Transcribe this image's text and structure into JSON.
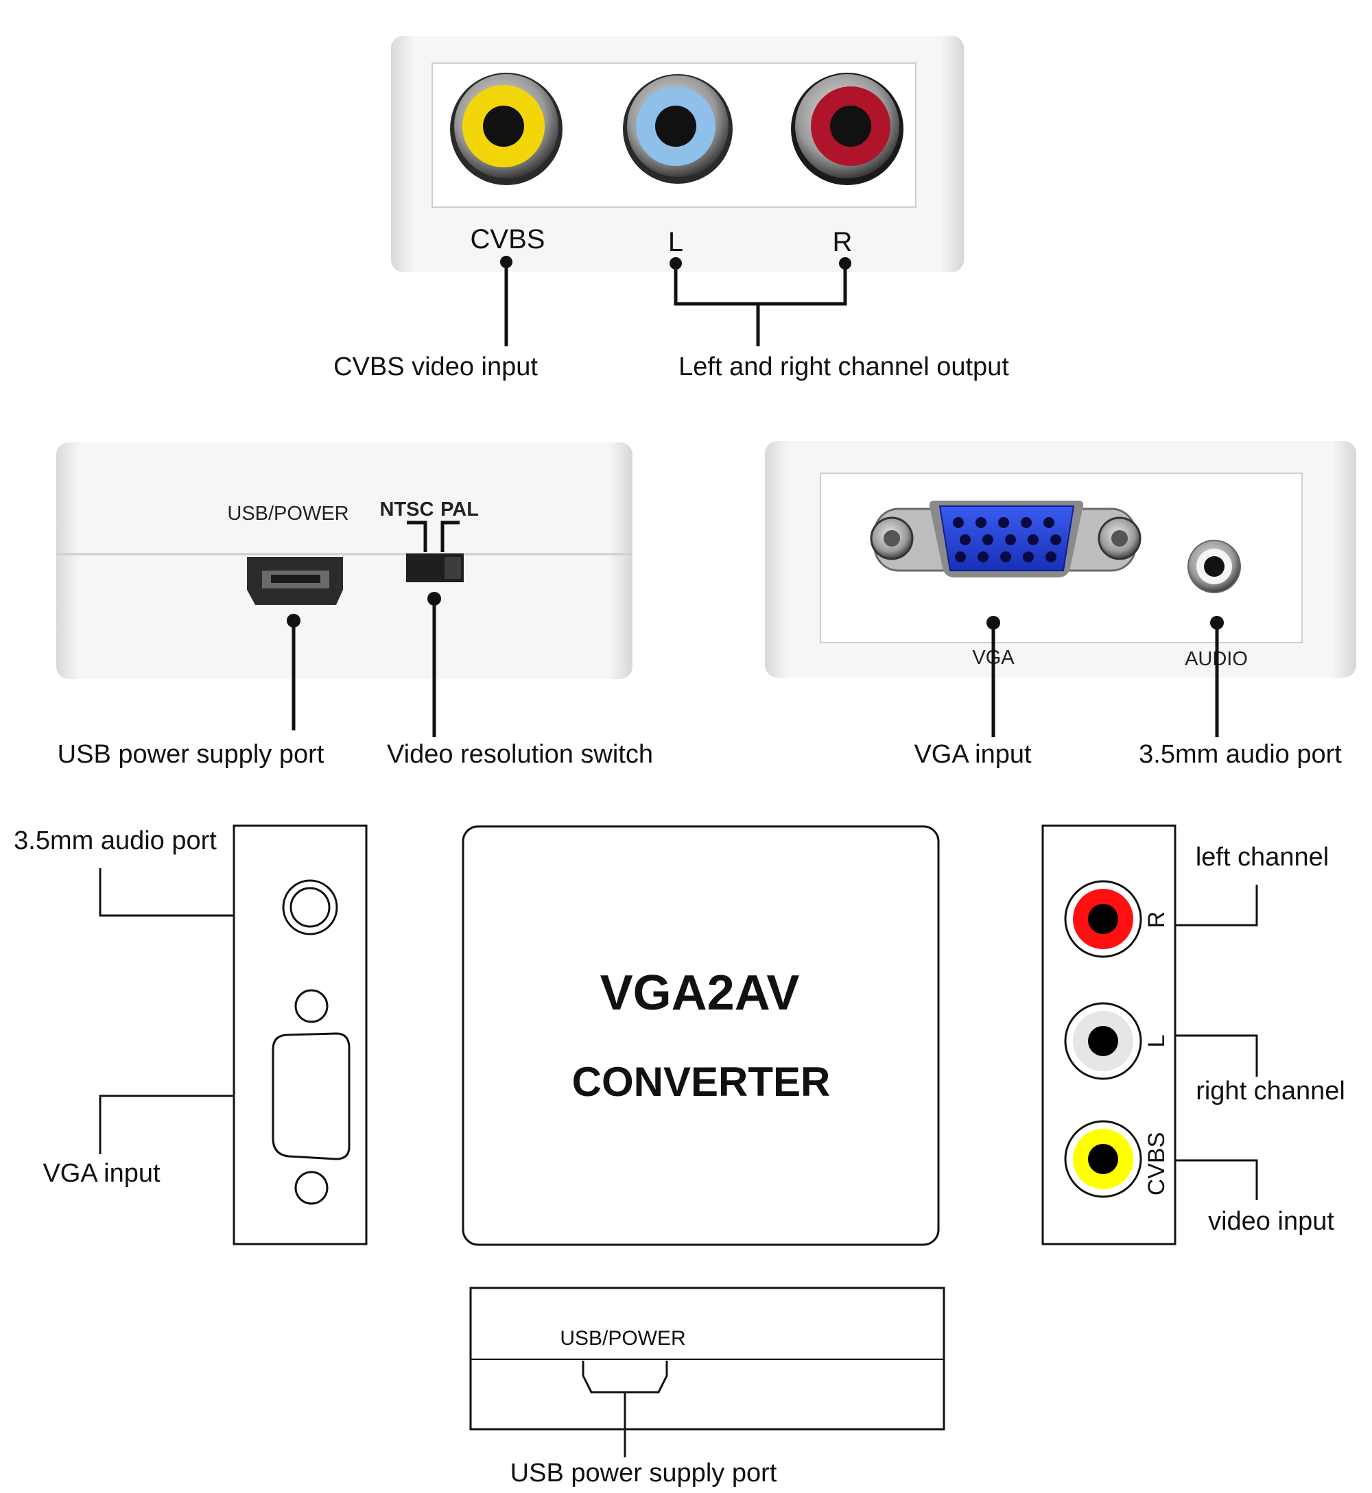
{
  "top_view": {
    "jack_labels": {
      "cvbs": "CVBS",
      "left": "L",
      "right": "R"
    },
    "callouts": {
      "cvbs": "CVBS video input",
      "lr": "Left and right channel output"
    }
  },
  "left_side_view": {
    "port_labels": {
      "usb": "USB/POWER",
      "ntsc": "NTSC",
      "pal": "PAL"
    },
    "callouts": {
      "usb": "USB power supply port",
      "switch": "Video resolution switch"
    }
  },
  "right_side_view": {
    "port_labels": {
      "vga": "VGA",
      "audio": "AUDIO"
    },
    "callouts": {
      "vga": "VGA input",
      "audio": "3.5mm audio port"
    }
  },
  "schematic_left": {
    "callouts": {
      "audio": "3.5mm audio port",
      "vga": "VGA input"
    }
  },
  "schematic_center": {
    "title": "VGA2AV",
    "subtitle": "CONVERTER"
  },
  "schematic_right": {
    "jack_labels": {
      "r": "R",
      "l": "L",
      "cvbs": "CVBS"
    },
    "callouts": {
      "left": "left channel",
      "right": "right channel",
      "video": "video input"
    }
  },
  "schematic_bottom": {
    "port_label": "USB/POWER",
    "callout": "USB power supply port"
  },
  "colors": {
    "yellow_jack": "#f3d60a",
    "white_jack": "#8ec0ea",
    "red_jack": "#b0142a",
    "vga_blue": "#1f3fd0",
    "red_schematic": "#ff1010",
    "yellow_schematic": "#ffff00"
  }
}
